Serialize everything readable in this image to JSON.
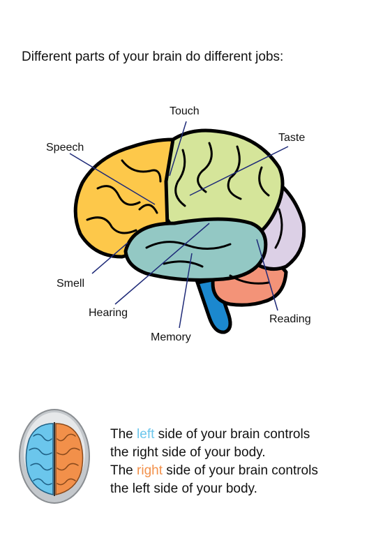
{
  "heading": "Different parts of your brain do different jobs:",
  "labels": {
    "touch": "Touch",
    "taste": "Taste",
    "speech": "Speech",
    "smell": "Smell",
    "hearing": "Hearing",
    "memory": "Memory",
    "reading": "Reading"
  },
  "info": {
    "line1_pre": "The ",
    "line1_hl": "left",
    "line1_post": " side of your brain controls",
    "line2": "the right side of your body.",
    "line3_pre": "The ",
    "line3_hl": "right",
    "line3_post": " side of your brain controls",
    "line4": "the left side of your body."
  },
  "colors": {
    "frontal": "#fdc84a",
    "parietal": "#d5e59a",
    "occipital": "#dcd0e6",
    "temporal": "#93c8c4",
    "cerebellum": "#f39378",
    "brainstem": "#1b88cf",
    "left_hemisphere": "#6bc6ec",
    "right_hemisphere": "#f2904a",
    "leader": "#1e2a78"
  }
}
